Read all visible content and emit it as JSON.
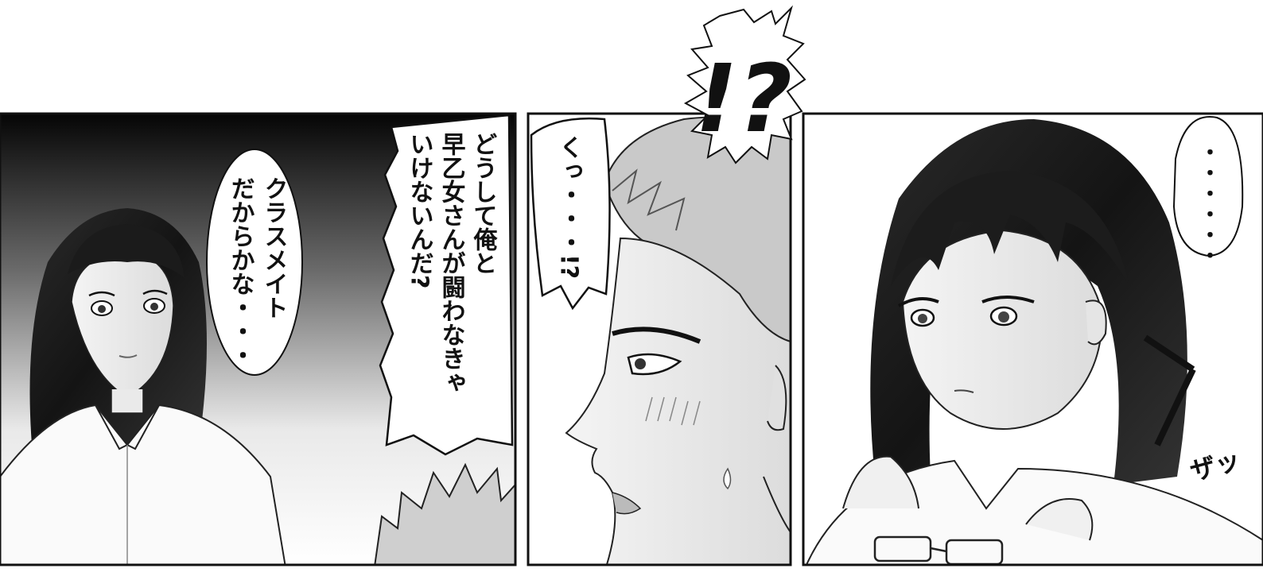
{
  "panels": [
    {
      "bubbles": [
        {
          "text": "どうして俺と早乙女さんが闘わなきゃいけないんだ?",
          "lines": [
            "どうして俺と",
            "早乙女さんが闘わなきゃ",
            "いけないんだ?"
          ]
        },
        {
          "text": "クラスメイトだからかな・・・",
          "lines": [
            "クラスメイト",
            "だからかな・・・"
          ]
        }
      ]
    },
    {
      "bubbles": [
        {
          "text": "くっ・・・!?",
          "lines": [
            "くっ・・・!?"
          ]
        }
      ],
      "sound_effect": "!?"
    },
    {
      "bubbles": [
        {
          "text": "・・・・・・",
          "lines": [
            "・・・・・・"
          ]
        }
      ],
      "sound_effect": "ザッ"
    }
  ],
  "colors": {
    "ink": "#111111",
    "paper": "#ffffff",
    "screentone_dark": "#0a0a0a",
    "skin_shade": "#d9d9d9",
    "hair": "#1e1e1e"
  }
}
